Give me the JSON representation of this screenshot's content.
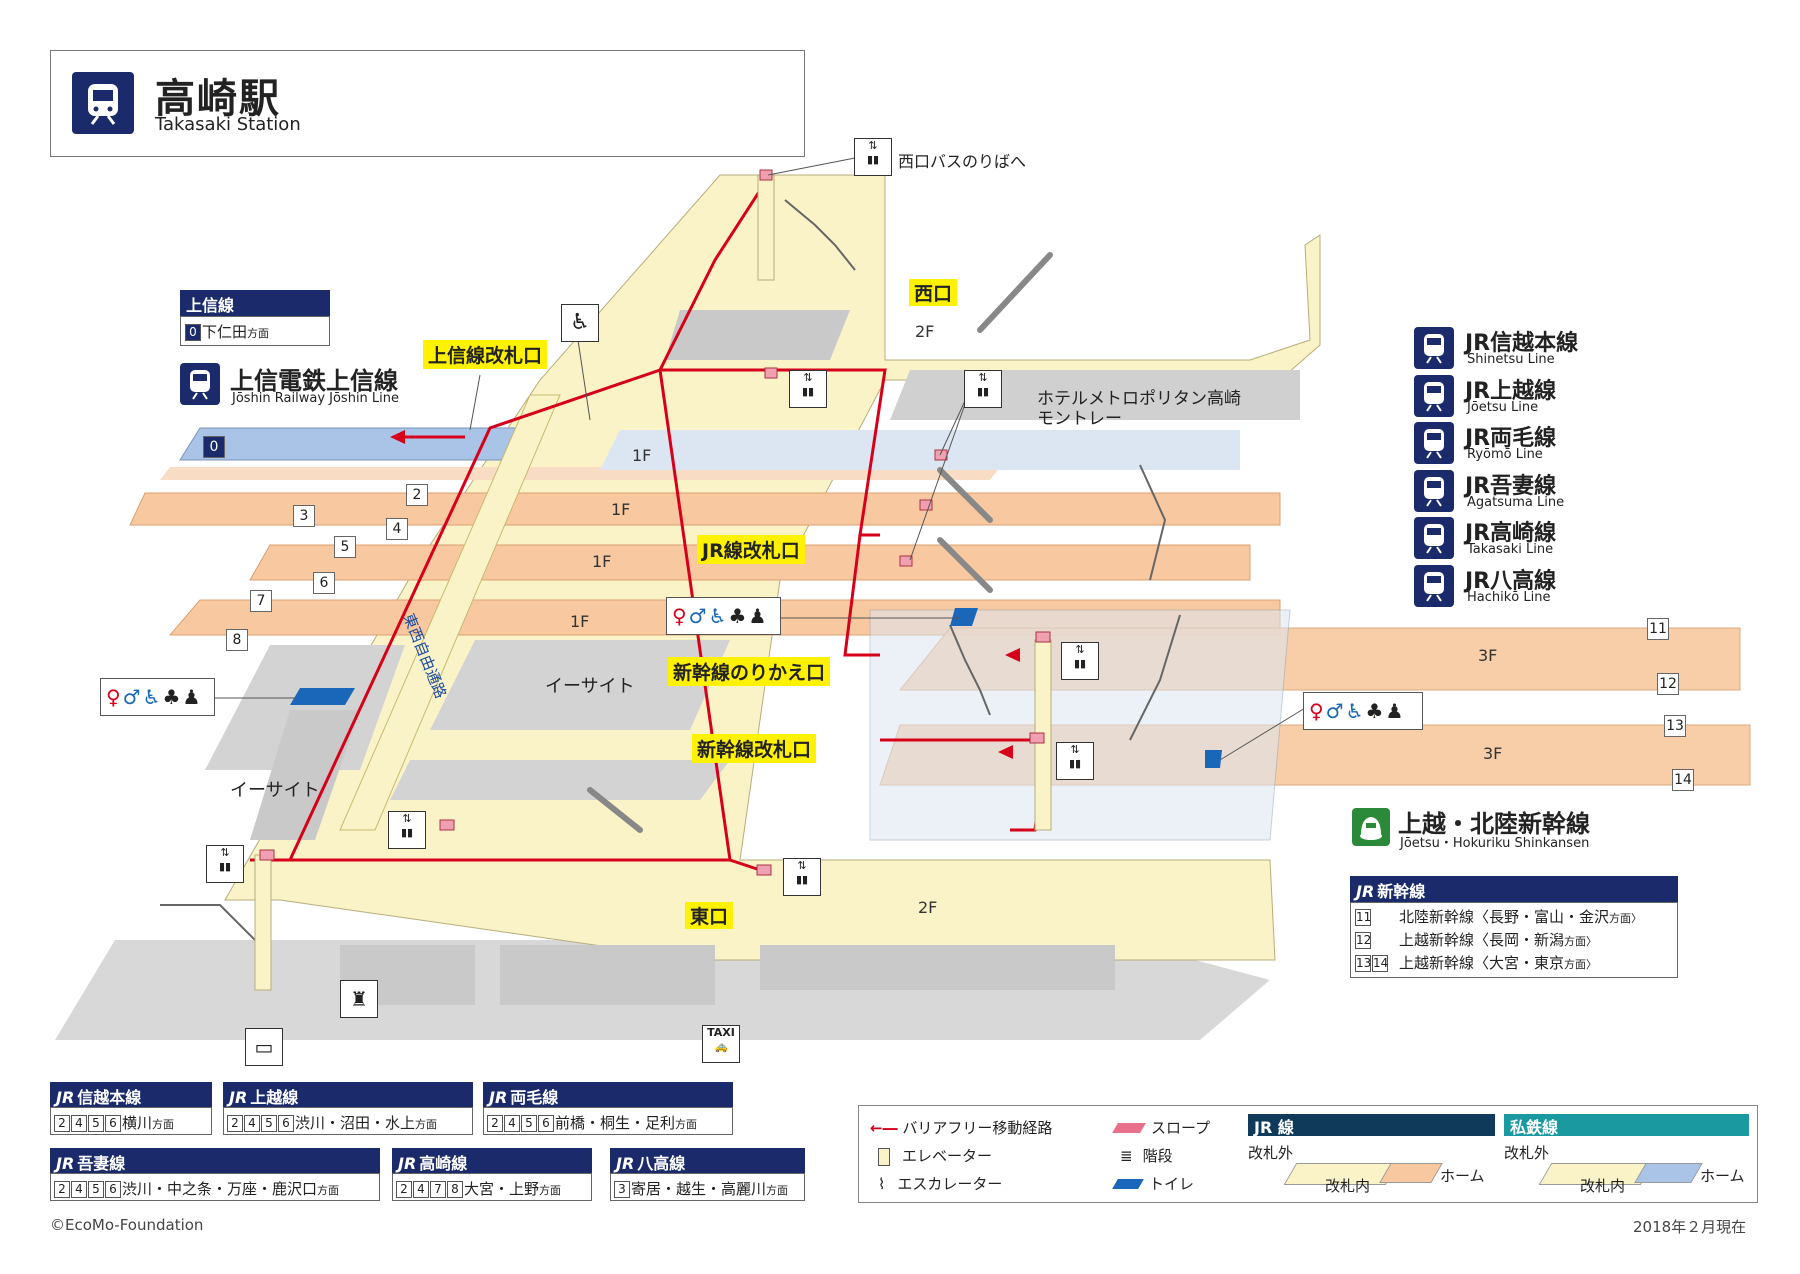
{
  "station": {
    "name_jp": "高崎駅",
    "name_en": "Takasaki Station"
  },
  "lines_right": [
    {
      "jp": "JR信越本線",
      "en": "Shinetsu Line"
    },
    {
      "jp": "JR上越線",
      "en": "Jōetsu Line"
    },
    {
      "jp": "JR両毛線",
      "en": "Ryōmō Line"
    },
    {
      "jp": "JR吾妻線",
      "en": "Agatsuma Line"
    },
    {
      "jp": "JR高崎線",
      "en": "Takasaki Line"
    },
    {
      "jp": "JR八高線",
      "en": "Hachikō Line"
    }
  ],
  "joshin": {
    "box_head": "上信線",
    "box_num": "0",
    "box_dest": "下仁田",
    "box_dir": "方面",
    "jp": "上信電鉄上信線",
    "en": "Jōshin Railway Jōshin Line"
  },
  "shinkansen": {
    "jp": "上越・北陸新幹線",
    "en": "Jōetsu・Hokuriku Shinkansen"
  },
  "gates": {
    "joshin_gate": "上信線改札口",
    "jr_gate": "JR線改札口",
    "transfer": "新幹線のりかえ口",
    "shinkansen_gate": "新幹線改札口"
  },
  "exits": {
    "west": "西口",
    "east": "東口"
  },
  "places": {
    "bus_west": "西口バスのりばへ",
    "hotel_line1": "ホテルメトロポリタン高崎",
    "hotel_line2": "モントレー",
    "esite1": "イーサイト",
    "esite2": "イーサイト",
    "corridor": "東西自由通路"
  },
  "floors": {
    "f2a": "2F",
    "f2b": "2F",
    "f1a": "1F",
    "f1b": "1F",
    "f1c": "1F",
    "f1d": "1F",
    "f3a": "3F",
    "f3b": "3F"
  },
  "platforms": {
    "p0": "0",
    "p2": "2",
    "p3": "3",
    "p4": "4",
    "p5": "5",
    "p6": "6",
    "p7": "7",
    "p8": "8",
    "p11": "11",
    "p12": "12",
    "p13": "13",
    "p14": "14"
  },
  "shinkansen_table": {
    "head": "新幹線",
    "rows": [
      {
        "nums": [
          "11"
        ],
        "line": "北陸新幹線",
        "dest": "〈長野・富山・金沢",
        "dir": "方面〉"
      },
      {
        "nums": [
          "12"
        ],
        "line": "上越新幹線",
        "dest": "〈長岡・新潟",
        "dir": "方面〉"
      },
      {
        "nums": [
          "13",
          "14"
        ],
        "line": "上越新幹線",
        "dest": "〈大宮・東京",
        "dir": "方面〉"
      }
    ]
  },
  "bottom_boxes": [
    {
      "head": "信越本線",
      "nums": [
        "2",
        "4",
        "5",
        "6"
      ],
      "dest": "横川",
      "dir": "方面"
    },
    {
      "head": "上越線",
      "nums": [
        "2",
        "4",
        "5",
        "6"
      ],
      "dest": "渋川・沼田・水上",
      "dir": "方面"
    },
    {
      "head": "両毛線",
      "nums": [
        "2",
        "4",
        "5",
        "6"
      ],
      "dest": "前橋・桐生・足利",
      "dir": "方面"
    },
    {
      "head": "吾妻線",
      "nums": [
        "2",
        "4",
        "5",
        "6"
      ],
      "dest": "渋川・中之条・万座・鹿沢口",
      "dir": "方面"
    },
    {
      "head": "高崎線",
      "nums": [
        "2",
        "4",
        "7",
        "8"
      ],
      "dest": "大宮・上野",
      "dir": "方面"
    },
    {
      "head": "八高線",
      "nums": [
        "3"
      ],
      "dest": "寄居・越生・高麗川",
      "dir": "方面"
    }
  ],
  "legend": {
    "route": "バリアフリー移動経路",
    "elevator": "エレベーター",
    "escalator": "エスカレーター",
    "slope": "スロープ",
    "stairs": "階段",
    "toilet": "トイレ",
    "jr_head": "JR 線",
    "private_head": "私鉄線",
    "outside": "改札外",
    "inside": "改札内",
    "home": "ホーム"
  },
  "taxi": "TAXI",
  "jr_logo": "JR",
  "footer": {
    "copyright": "©EcoMo-Foundation",
    "date": "2018年２月現在"
  },
  "colors": {
    "navy": "#1a2a6b",
    "route_red": "#d7001a",
    "concourse": "#fbf3c8",
    "jr_platform": "#f8c9a0",
    "private_platform": "#a9c4e6",
    "highlight": "#fff200",
    "shinkansen_green": "#2a8a3a",
    "teal": "#1a9aa0"
  }
}
